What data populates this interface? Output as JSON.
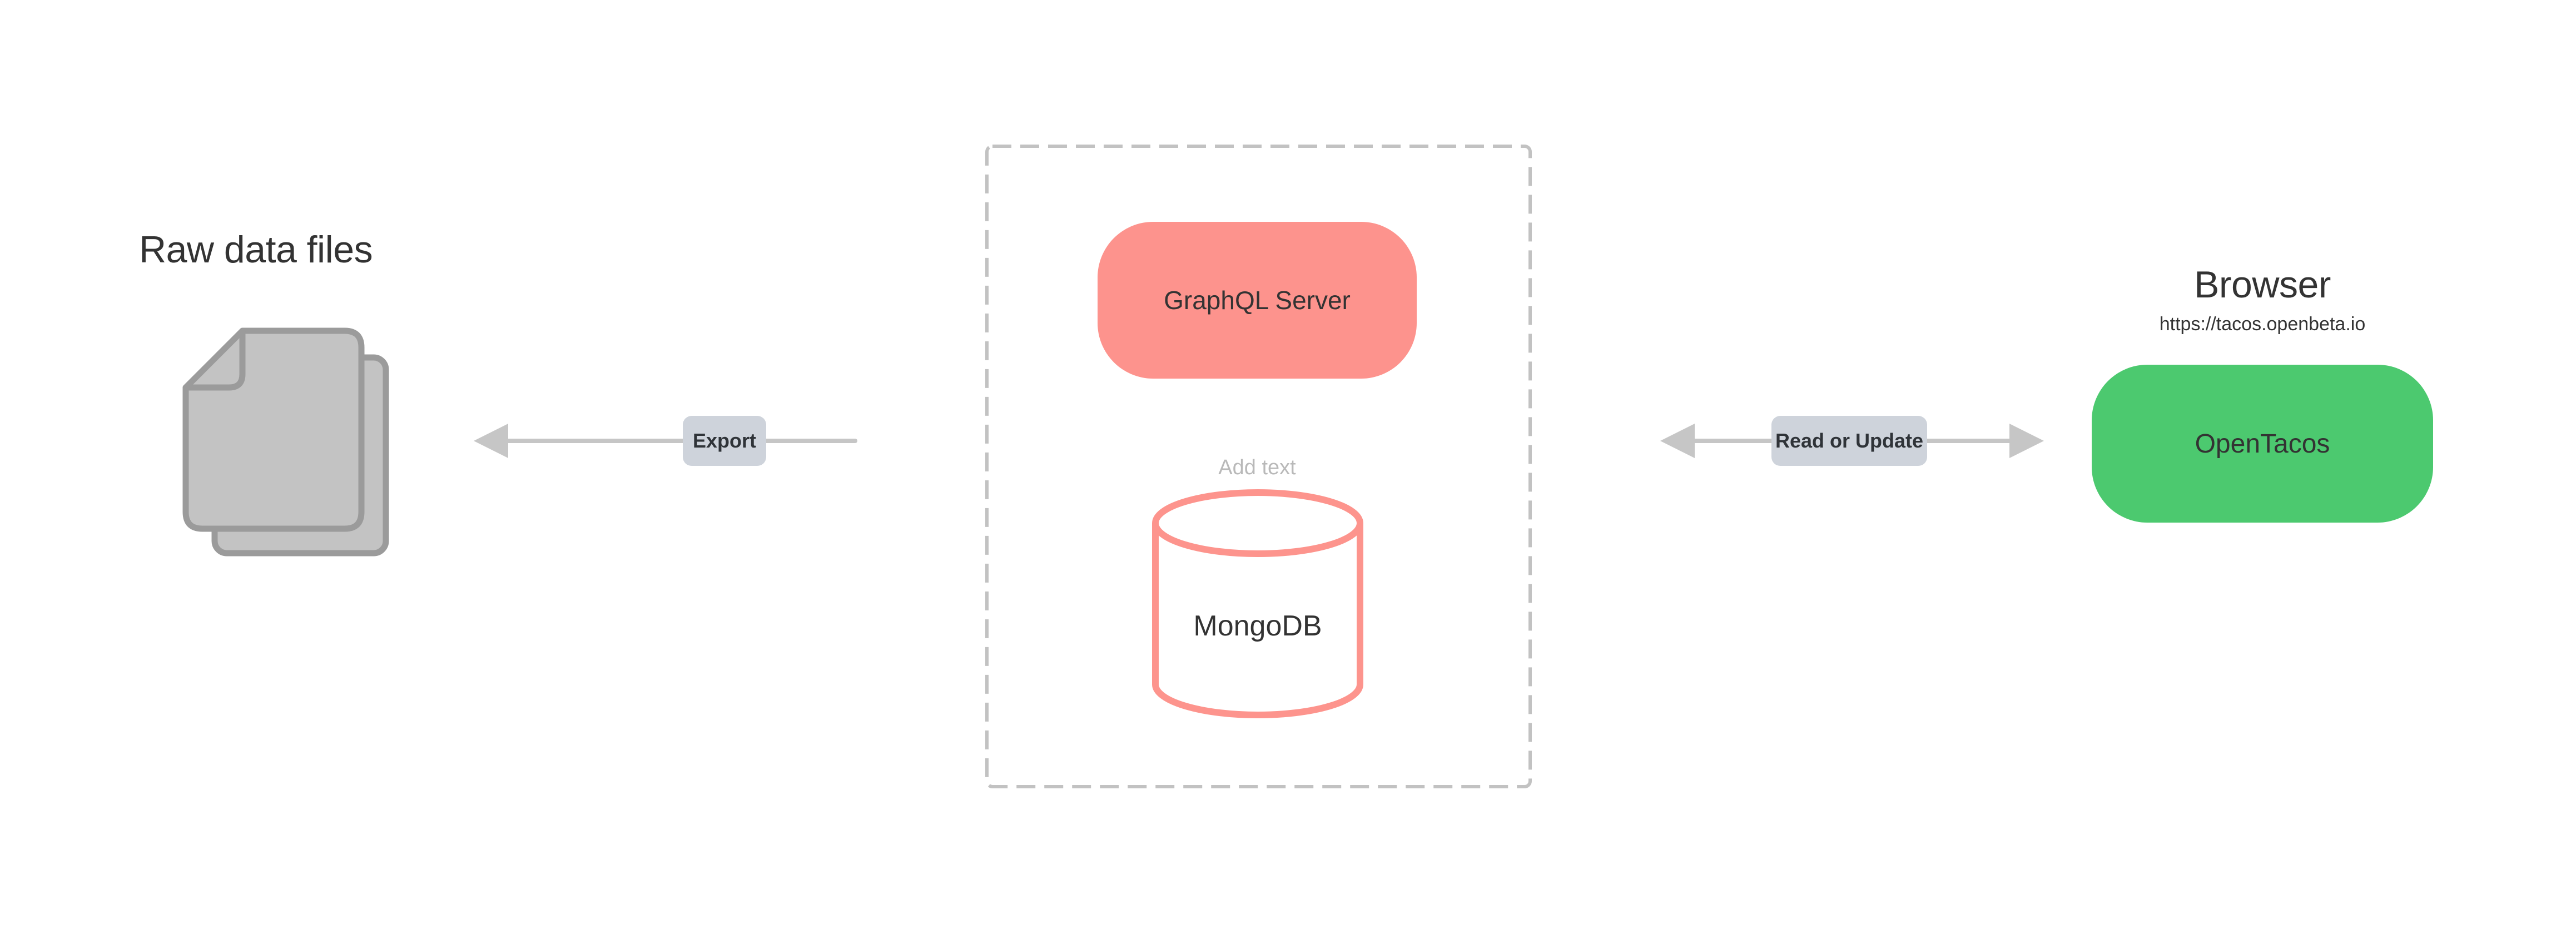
{
  "nodes": {
    "raw_files": {
      "label": "Raw data files"
    },
    "graphql": {
      "label": "GraphQL Server"
    },
    "mongodb": {
      "label": "MongoDB",
      "placeholder": "Add text"
    },
    "browser": {
      "label": "Browser",
      "url": "https://tacos.openbeta.io"
    },
    "opentacos": {
      "label": "OpenTacos"
    }
  },
  "edges": {
    "export": {
      "label": "Export",
      "direction": "left"
    },
    "read_update": {
      "label": "Read or Update",
      "direction": "both"
    }
  },
  "colors": {
    "canvasBg": "#ffffff",
    "salmon": "#fd938d",
    "green": "#4cc96f",
    "badge": "#ced3db",
    "arrow": "#c6c6c6",
    "dash": "#c2c2c2",
    "docFill": "#c3c3c3",
    "docStroke": "#9b9b9b",
    "cylStroke": "#fd948d",
    "cylFill": "#ffffff",
    "text": "#333333",
    "placeholder": "#b9b9b9"
  }
}
